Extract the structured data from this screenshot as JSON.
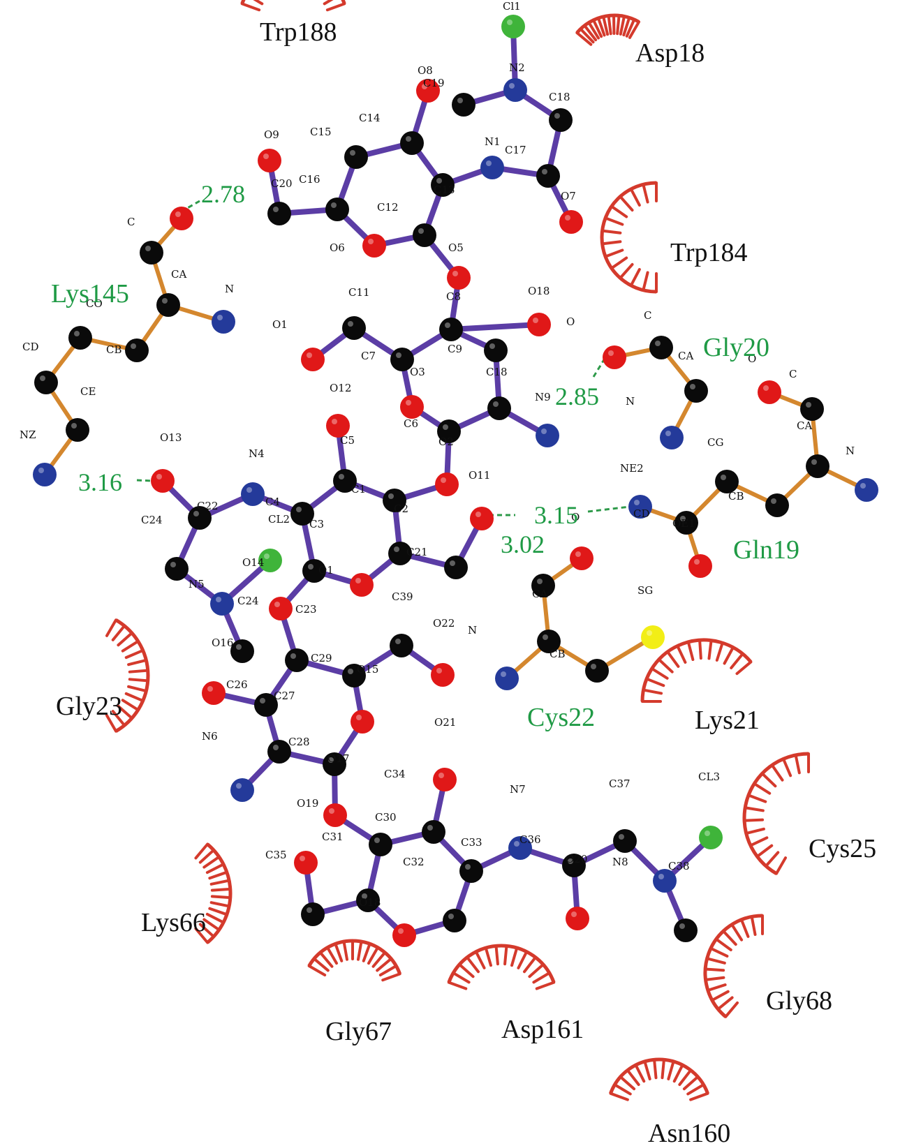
{
  "colors": {
    "ligand_bond": "#5b3da5",
    "residue_bond": "#d4872e",
    "carbon": "#0a0a0a",
    "oxygen": "#e01818",
    "nitrogen": "#243a9a",
    "chlorine": "#3fb43a",
    "sulfur": "#f2ee16",
    "hbond": "#2e9a4a",
    "arc": "#d43a2c",
    "green_text": "#1f9a45"
  },
  "residue_labels_black": [
    "Trp188",
    "Asp18",
    "Trp184",
    "Gly23",
    "Lys21",
    "Cys25",
    "Lys66",
    "Gly67",
    "Asp161",
    "Gly68",
    "Asn160"
  ],
  "residue_labels_green": [
    "Lys145",
    "Gly20",
    "Gln19",
    "Cys22"
  ],
  "distances": [
    "2.78",
    "2.85",
    "3.16",
    "3.15",
    "3.02"
  ],
  "atom_labels": [
    "Cl1",
    "N2",
    "C18",
    "O8",
    "C19",
    "C14",
    "C15",
    "O9",
    "C20",
    "C16",
    "N1",
    "C17",
    "O7",
    "C12",
    "C13",
    "O6",
    "O5",
    "C",
    "CA",
    "N",
    "CO",
    "CB",
    "CD",
    "CE",
    "NZ",
    "C11",
    "C8",
    "O18",
    "O1",
    "C7",
    "C9",
    "O3",
    "C18",
    "N9",
    "O",
    "C",
    "CA",
    "N",
    "O",
    "C",
    "CA",
    "N",
    "O12",
    "C6",
    "O2",
    "O13",
    "N4",
    "C5",
    "C1",
    "NE2",
    "CG",
    "CB",
    "CD",
    "OE1",
    "C22",
    "C4",
    "CL2",
    "C24",
    "C3",
    "C2",
    "O11",
    "C21",
    "O",
    "O14",
    "N5",
    "O1",
    "C24",
    "C23",
    "C39",
    "CA",
    "SG",
    "N",
    "O16",
    "C29",
    "O22",
    "CB",
    "C26",
    "O15",
    "C27",
    "N6",
    "C28",
    "O21",
    "O17",
    "C34",
    "N7",
    "C37",
    "CL3",
    "O19",
    "C30",
    "C31",
    "C33",
    "C36",
    "N8",
    "C35",
    "C32",
    "O20",
    "C38",
    "O18"
  ]
}
